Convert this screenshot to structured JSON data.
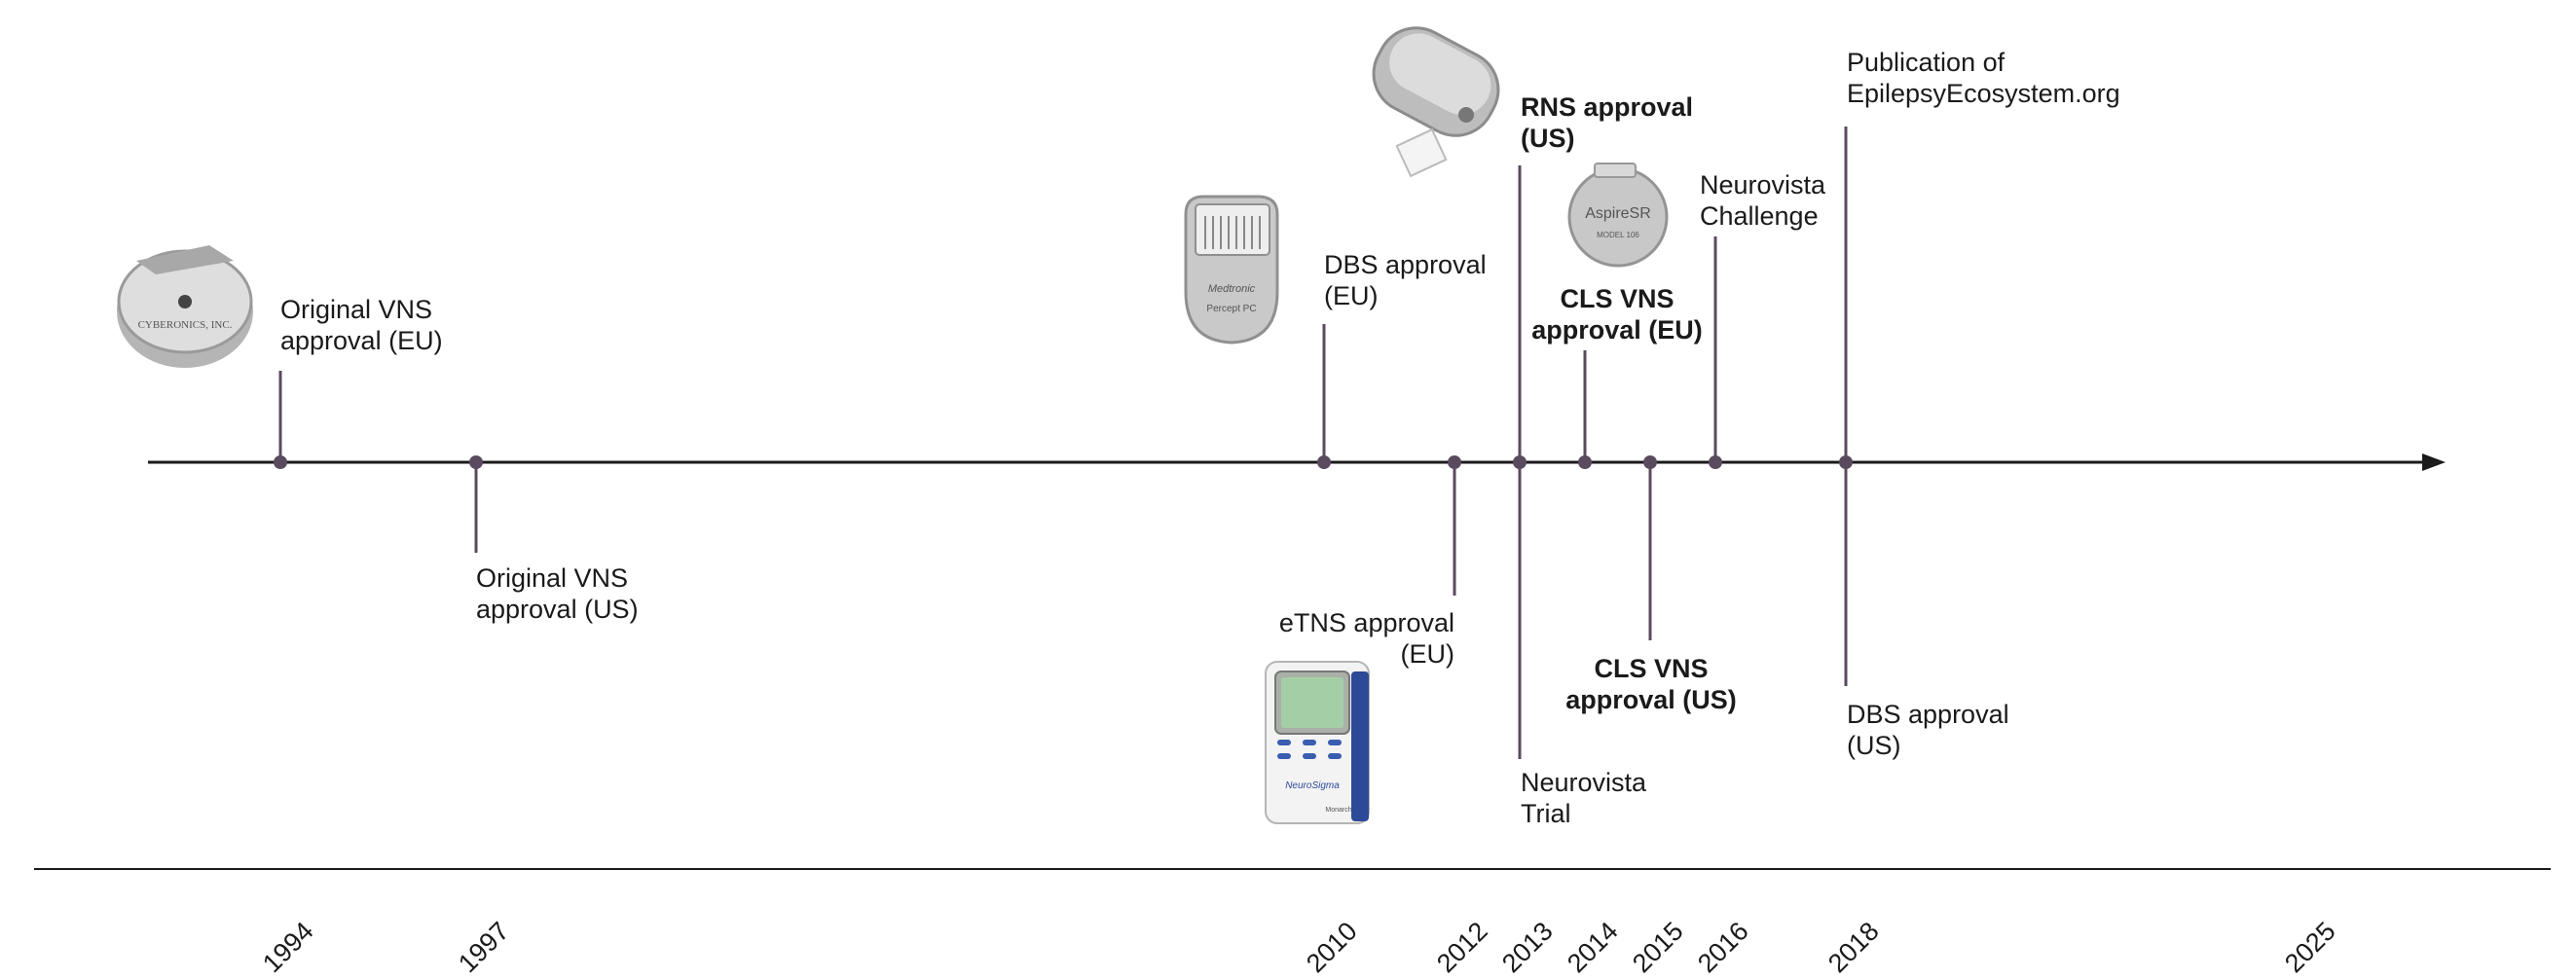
{
  "axis_years": [
    "1994",
    "1997",
    "2010",
    "2012",
    "2013",
    "2014",
    "2015",
    "2016",
    "2018",
    "2025"
  ],
  "events": [
    {
      "year": "1994",
      "lines": [
        "Original VNS",
        "approval (EU)"
      ],
      "bold": false
    },
    {
      "year": "1997",
      "lines": [
        "Original VNS",
        "approval (US)"
      ],
      "bold": false
    },
    {
      "year": "2010",
      "lines": [
        "DBS approval",
        "(EU)"
      ],
      "bold": false
    },
    {
      "year": "2012",
      "lines": [
        "eTNS approval",
        "(EU)"
      ],
      "bold": false
    },
    {
      "year": "2013",
      "lines": [
        "RNS approval",
        "(US)"
      ],
      "bold": true
    },
    {
      "year": "2013",
      "lines": [
        "Neurovista",
        "Trial"
      ],
      "bold": false
    },
    {
      "year": "2014",
      "lines": [
        "CLS VNS",
        "approval (EU)"
      ],
      "bold": true
    },
    {
      "year": "2015",
      "lines": [
        "CLS VNS",
        "approval (US)"
      ],
      "bold": true
    },
    {
      "year": "2016",
      "lines": [
        "Neurovista",
        "Challenge"
      ],
      "bold": false
    },
    {
      "year": "2018",
      "lines": [
        "Publication of",
        "EpilepsyEcosystem.org"
      ],
      "bold": false
    },
    {
      "year": "2018",
      "lines": [
        "DBS approval",
        "(US)"
      ],
      "bold": false
    }
  ],
  "devices": [
    {
      "name": "original-vns-device",
      "brand": "CYBERONICS, INC."
    },
    {
      "name": "dbs-device",
      "brand": "Medtronic",
      "model": "Percept PC"
    },
    {
      "name": "rns-device"
    },
    {
      "name": "aspire-sr-device",
      "brand": "AspireSR",
      "model": "MODEL 106"
    },
    {
      "name": "etns-device",
      "brand": "NeuroSigma",
      "model": "Monarch"
    }
  ],
  "colors": {
    "axis": "#1a1a1a",
    "marker": "#5a4a5e"
  }
}
